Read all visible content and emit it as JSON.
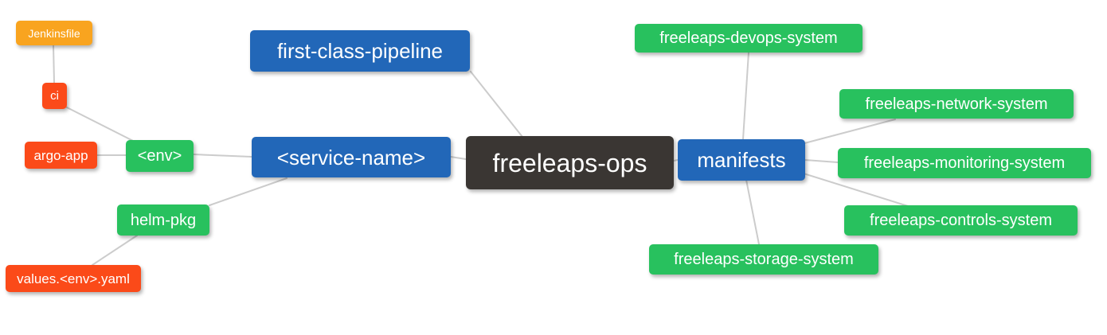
{
  "colors": {
    "blue": "#2267b8",
    "green": "#28c15e",
    "red": "#fb4a19",
    "orange": "#f9a41f",
    "dark": "#3a3633",
    "edge": "#cccccc",
    "node_text": "#ffffff"
  },
  "nodes": {
    "freeleaps_ops": {
      "label": "freeleaps-ops"
    },
    "first_class_pipeline": {
      "label": "first-class-pipeline"
    },
    "service_name": {
      "label": "<service-name>"
    },
    "env": {
      "label": "<env>"
    },
    "helm_pkg": {
      "label": "helm-pkg"
    },
    "ci": {
      "label": "ci"
    },
    "jenkinsfile": {
      "label": "Jenkinsfile"
    },
    "argo_app": {
      "label": "argo-app"
    },
    "values_env_yaml": {
      "label": "values.<env>.yaml"
    },
    "manifests": {
      "label": "manifests"
    },
    "devops_system": {
      "label": "freeleaps-devops-system"
    },
    "network_system": {
      "label": "freeleaps-network-system"
    },
    "monitoring_system": {
      "label": "freeleaps-monitoring-system"
    },
    "controls_system": {
      "label": "freeleaps-controls-system"
    },
    "storage_system": {
      "label": "freeleaps-storage-system"
    }
  }
}
